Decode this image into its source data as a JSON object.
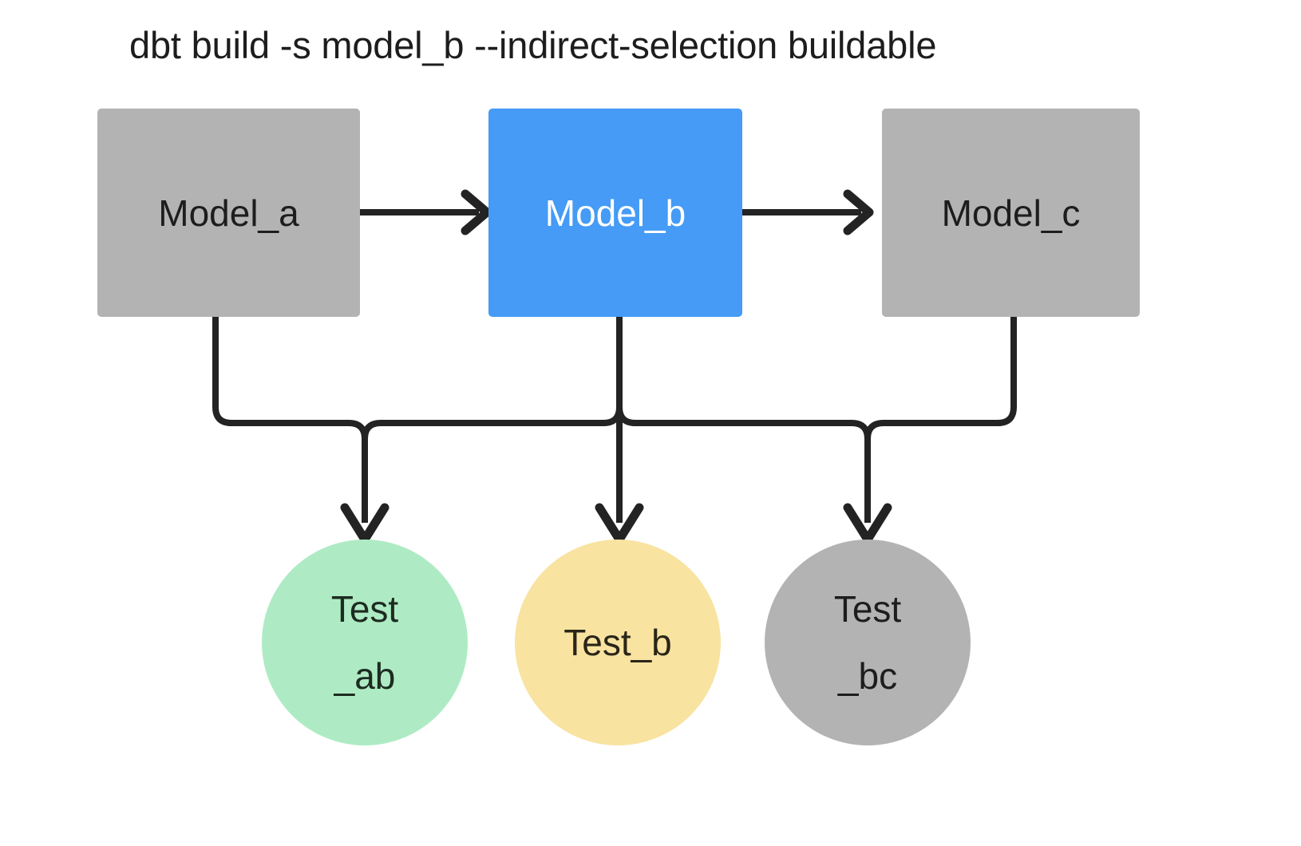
{
  "title": "dbt build -s model_b --indirect-selection buildable",
  "colors": {
    "background": "#ffffff",
    "gray_node": "#b3b3b3",
    "selected_blue": "#459bf5",
    "test_green": "#aeebc4",
    "test_yellow": "#f8e3a1",
    "test_gray": "#b3b3b3",
    "edge": "#232323",
    "text_dark": "#1d1d1d",
    "text_light": "#ffffff"
  },
  "models": [
    {
      "id": "model_a",
      "label": "Model_a",
      "fill": "#b3b3b3",
      "text_color": "#1d1d1d",
      "selected": false
    },
    {
      "id": "model_b",
      "label": "Model_b",
      "fill": "#459bf5",
      "text_color": "#ffffff",
      "selected": true
    },
    {
      "id": "model_c",
      "label": "Model_c",
      "fill": "#b3b3b3",
      "text_color": "#1d1d1d",
      "selected": false
    }
  ],
  "tests": [
    {
      "id": "test_ab",
      "line1": "Test",
      "line2": "_ab",
      "fill": "#aeebc4",
      "text_color": "#1d2b20"
    },
    {
      "id": "test_b",
      "line1": "Test_b",
      "line2": "",
      "fill": "#f8e3a1",
      "text_color": "#2a2518"
    },
    {
      "id": "test_bc",
      "line1": "Test",
      "line2": "_bc",
      "fill": "#b3b3b3",
      "text_color": "#1d1d1d"
    }
  ],
  "edges": [
    {
      "id": "edge-model-a-to-model-b",
      "from": "model_a",
      "to": "model_b",
      "kind": "straight-right"
    },
    {
      "id": "edge-model-b-to-model-c",
      "from": "model_b",
      "to": "model_c",
      "kind": "straight-right"
    },
    {
      "id": "edge-model-a-to-test-ab",
      "from": "model_a",
      "to": "test_ab",
      "kind": "elbow-down"
    },
    {
      "id": "edge-model-b-to-test-ab",
      "from": "model_b",
      "to": "test_ab",
      "kind": "elbow-down"
    },
    {
      "id": "edge-model-b-to-test-b",
      "from": "model_b",
      "to": "test_b",
      "kind": "straight-down"
    },
    {
      "id": "edge-model-b-to-test-bc",
      "from": "model_b",
      "to": "test_bc",
      "kind": "elbow-down"
    },
    {
      "id": "edge-model-c-to-test-bc",
      "from": "model_c",
      "to": "test_bc",
      "kind": "elbow-down"
    }
  ]
}
